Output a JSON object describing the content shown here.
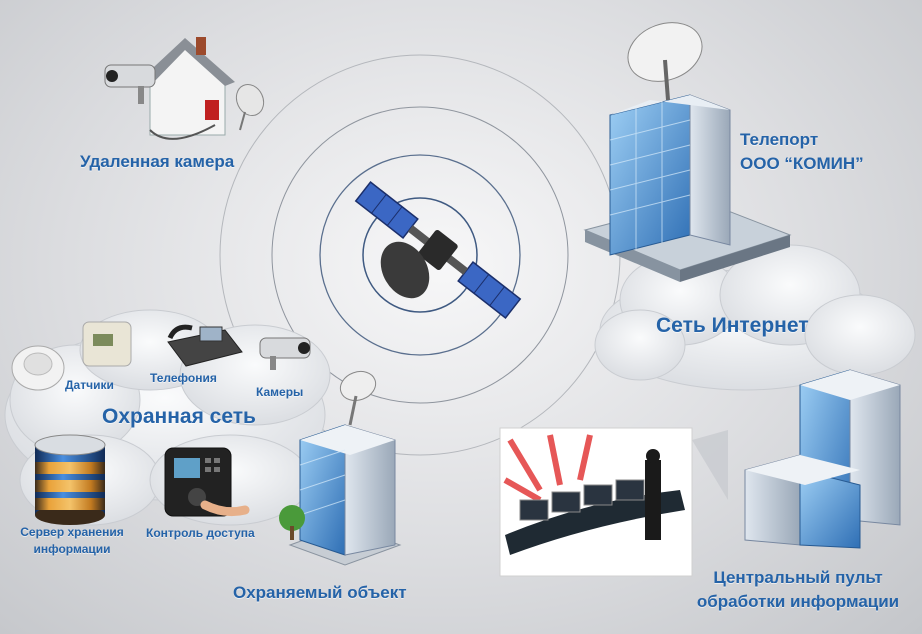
{
  "labels": {
    "remote_camera": "Удаленная камера",
    "teleport_line1": "Телепорт",
    "teleport_line2": "ООО “КОМИН”",
    "internet": "Сеть Интернет",
    "sensors": "Датчики",
    "telephony": "Телефония",
    "cameras": "Камеры",
    "security_network": "Охранная сеть",
    "storage_line1": "Сервер хранения",
    "storage_line2": "информации",
    "access_control": "Контроль доступа",
    "protected_object": "Охраняемый объект",
    "central_line1": "Центральный пульт",
    "central_line2": "обработки информации"
  },
  "colors": {
    "label": "#2563a8",
    "background": "#d8d9dc",
    "cloud": "#eef0f3",
    "building_glass": "#4a8fd0",
    "orbit_stroke": "#4b6b95"
  },
  "icons": [
    "satellite-icon",
    "house-icon",
    "security-camera-icon",
    "satellite-dish-icon",
    "office-building-icon",
    "cloud-icon",
    "smoke-detector-icon",
    "thermostat-icon",
    "telephone-icon",
    "database-server-icon",
    "access-terminal-icon",
    "control-room-icon"
  ]
}
